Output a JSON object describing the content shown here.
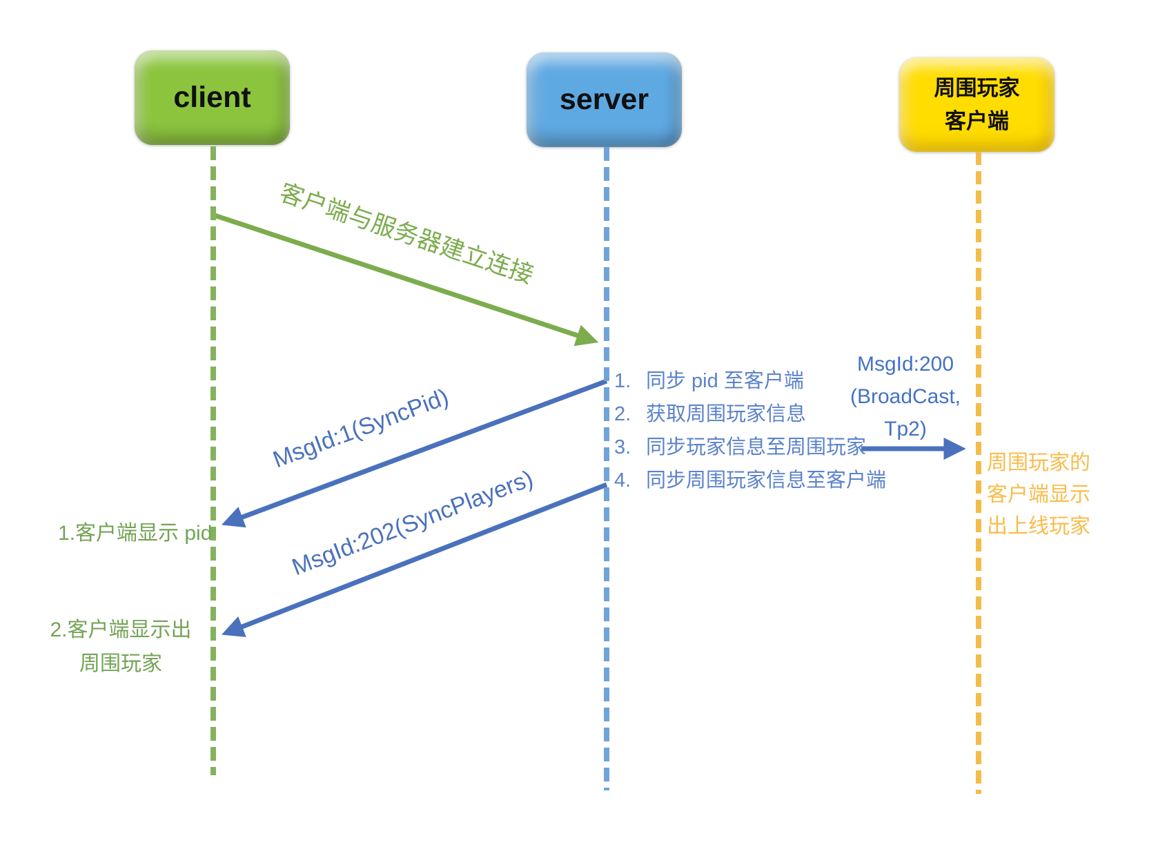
{
  "actors": {
    "client": {
      "label": "client",
      "color": "#8CC43E"
    },
    "server": {
      "label": "server",
      "color": "#5FA9E2"
    },
    "neighbors": {
      "label_line1": "周围玩家",
      "label_line2": "客户端",
      "color": "#FFDD00"
    }
  },
  "messages": {
    "connect": {
      "label": "客户端与服务器建立连接"
    },
    "sync_pid": {
      "label": "MsgId:1(SyncPid)"
    },
    "sync_players": {
      "label": "MsgId:202(SyncPlayers)"
    },
    "broadcast": {
      "line1": "MsgId:200",
      "line2": "(BroadCast,",
      "line3": "Tp2)"
    }
  },
  "server_steps": [
    {
      "num": "1.",
      "text": "同步 pid 至客户端"
    },
    {
      "num": "2.",
      "text": "获取周围玩家信息"
    },
    {
      "num": "3.",
      "text": "同步玩家信息至周围玩家"
    },
    {
      "num": "4.",
      "text": "同步周围玩家信息至客户端"
    }
  ],
  "client_notes": {
    "note1": "1.客户端显示 pid",
    "note2_line1": "2.客户端显示出",
    "note2_line2": "周围玩家"
  },
  "neighbor_note": {
    "line1": "周围玩家的",
    "line2": "客户端显示",
    "line3": "出上线玩家"
  },
  "colors": {
    "green_arrow": "#7CAC4E",
    "green_text": "#74A356",
    "green_lifeline": "#85B25C",
    "blue_arrow": "#4A71BC",
    "blue_list_text": "#5B82CB",
    "blue_msg_text": "#4472C4",
    "blue_lifeline": "#6FA3DA",
    "orange_lifeline": "#F3BD49",
    "orange_text": "#F9BC4B"
  }
}
